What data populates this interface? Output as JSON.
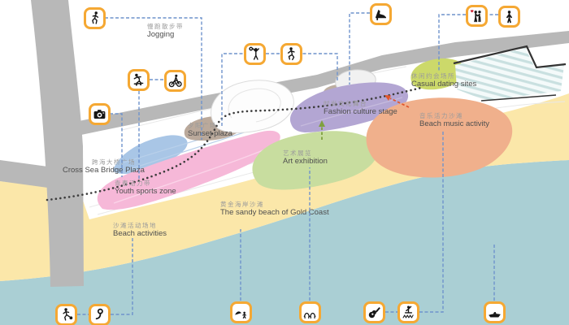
{
  "diagram": {
    "type": "beach park master plan with legend icons",
    "labels": {
      "jogging": {
        "zh": "慢跑散步带",
        "en": "Jogging"
      },
      "bridge_plaza": {
        "zh": "跨海大桥广场",
        "en": "Cross Sea Bridge Plaza"
      },
      "youth_zone": {
        "zh": "青春活力带",
        "en": "Youth sports zone"
      },
      "sunset_plaza": {
        "zh": "夕阳广场",
        "en": "Sunset plaza"
      },
      "fashion_stage": {
        "zh": "时尚文化舞台",
        "en": "Fashion culture stage"
      },
      "art_exhibition": {
        "zh": "艺术展览",
        "en": "Art exhibition"
      },
      "dating_sites": {
        "zh": "休闲约会场所",
        "en": "Casual dating sites"
      },
      "music_beach": {
        "zh": "音乐活力沙滩",
        "en": "Beach music activity"
      },
      "gold_coast": {
        "zh": "黄金海岸沙滩",
        "en": "The sandy beach of Gold Coast"
      },
      "beach_activities": {
        "zh": "沙滩活动场地",
        "en": "Beach activities"
      }
    },
    "icons": [
      "running-person",
      "skateboarder",
      "bmx-cyclist",
      "camera",
      "volleyball-player",
      "dancing-person",
      "high-heel-shoe",
      "dating-couple",
      "standing-person",
      "soccer-player",
      "whistle",
      "surfer-wave",
      "beach-tents",
      "guitar",
      "lifeguard-tower",
      "speed-boat"
    ],
    "colors": {
      "water": "#aacfd4",
      "sand": "#fbe7a9",
      "road": "#b8b8b8",
      "zone_bridge_plaza": "#a9c6e6",
      "zone_youth": "#f6b8d8",
      "zone_sunset": "#b2a090",
      "zone_fashion": "#b3a6d3",
      "zone_art": "#c8dd9f",
      "zone_dating": "#ccd96a",
      "zone_music": "#f0b08c",
      "structure_stripes": "#c9e0e0",
      "icon_border": "#f5a833",
      "connector": "#6f93cc",
      "trail_dots": "#3c3c3c",
      "arrow_green": "#7fa03f",
      "arrow_red": "#e2572e"
    }
  }
}
